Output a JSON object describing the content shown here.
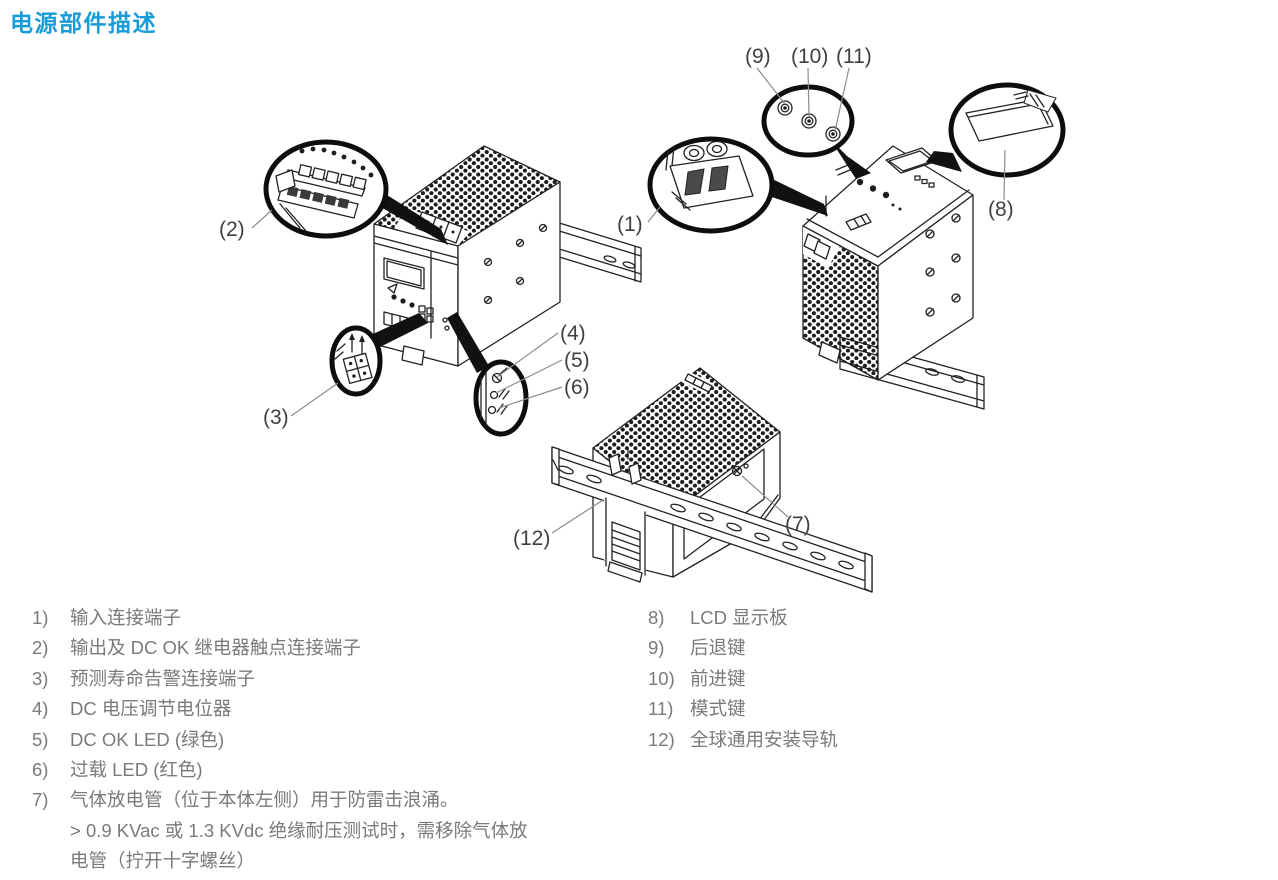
{
  "title": "电源部件描述",
  "colors": {
    "accent": "#189cd9",
    "legend_text": "#7a7a7a",
    "callout_label": "#3f3f3f",
    "line_art": "#222222"
  },
  "figure": {
    "callout_labels": {
      "c1": "(1)",
      "c2": "(2)",
      "c3": "(3)",
      "c4": "(4)",
      "c5": "(5)",
      "c6": "(6)",
      "c7": "(7)",
      "c8": "(8)",
      "c9": "(9)",
      "c10": "(10)",
      "c11": "(11)",
      "c12": "(12)"
    }
  },
  "legend": {
    "left": [
      {
        "num": "1)",
        "lines": [
          "输入连接端子"
        ]
      },
      {
        "num": "2)",
        "lines": [
          "输出及 DC OK 继电器触点连接端子"
        ]
      },
      {
        "num": "3)",
        "lines": [
          "预测寿命告警连接端子"
        ]
      },
      {
        "num": "4)",
        "lines": [
          "DC 电压调节电位器"
        ]
      },
      {
        "num": "5)",
        "lines": [
          "DC OK LED (绿色)"
        ]
      },
      {
        "num": "6)",
        "lines": [
          "过载 LED (红色)"
        ]
      },
      {
        "num": "7)",
        "lines": [
          "气体放电管（位于本体左侧）用于防雷击浪涌。",
          "> 0.9 KVac 或 1.3 KVdc 绝缘耐压测试时，需移除气体放",
          "电管（拧开十字螺丝）"
        ]
      }
    ],
    "right": [
      {
        "num": "8)",
        "lines": [
          "LCD 显示板"
        ]
      },
      {
        "num": "9)",
        "lines": [
          "后退键"
        ]
      },
      {
        "num": "10)",
        "lines": [
          "前进键"
        ]
      },
      {
        "num": "11)",
        "lines": [
          "模式键"
        ]
      },
      {
        "num": "12)",
        "lines": [
          "全球通用安装导轨"
        ]
      }
    ]
  }
}
